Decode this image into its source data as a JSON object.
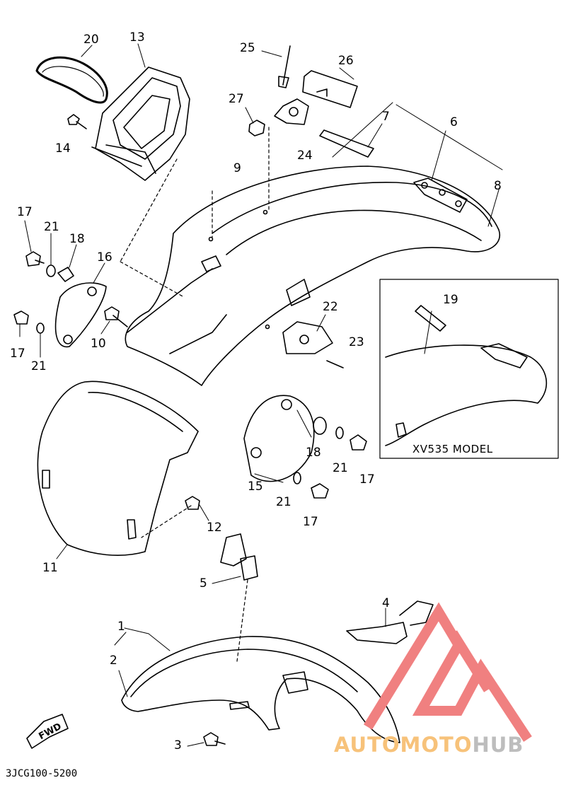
{
  "diagram": {
    "code": "3JCG100-5200",
    "inset_caption": "XV535 MODEL",
    "fwd": "FWD",
    "watermark": {
      "part_a": "AUTOMOTO",
      "part_b": "HUB"
    },
    "callouts": [
      {
        "key": "c20",
        "text": "20"
      },
      {
        "key": "c13",
        "text": "13"
      },
      {
        "key": "c25",
        "text": "25"
      },
      {
        "key": "c26",
        "text": "26"
      },
      {
        "key": "c27",
        "text": "27"
      },
      {
        "key": "c7",
        "text": "7"
      },
      {
        "key": "c6",
        "text": "6"
      },
      {
        "key": "c14",
        "text": "14"
      },
      {
        "key": "c24",
        "text": "24"
      },
      {
        "key": "c9",
        "text": "9"
      },
      {
        "key": "c8",
        "text": "8"
      },
      {
        "key": "c17a",
        "text": "17"
      },
      {
        "key": "c21a",
        "text": "21"
      },
      {
        "key": "c18a",
        "text": "18"
      },
      {
        "key": "c16",
        "text": "16"
      },
      {
        "key": "c17b",
        "text": "17"
      },
      {
        "key": "c21b",
        "text": "21"
      },
      {
        "key": "c10",
        "text": "10"
      },
      {
        "key": "c22",
        "text": "22"
      },
      {
        "key": "c23",
        "text": "23"
      },
      {
        "key": "c19",
        "text": "19"
      },
      {
        "key": "c18b",
        "text": "18"
      },
      {
        "key": "c21c",
        "text": "21"
      },
      {
        "key": "c17c",
        "text": "17"
      },
      {
        "key": "c15",
        "text": "15"
      },
      {
        "key": "c21d",
        "text": "21"
      },
      {
        "key": "c17d",
        "text": "17"
      },
      {
        "key": "c12",
        "text": "12"
      },
      {
        "key": "c11",
        "text": "11"
      },
      {
        "key": "c5",
        "text": "5"
      },
      {
        "key": "c4",
        "text": "4"
      },
      {
        "key": "c1",
        "text": "1"
      },
      {
        "key": "c2",
        "text": "2"
      },
      {
        "key": "c3",
        "text": "3"
      }
    ]
  },
  "colors": {
    "ink": "#000000",
    "watermark_red": "#f08080",
    "watermark_orange": "#f7c27a",
    "watermark_gray": "#bdbdbd"
  }
}
